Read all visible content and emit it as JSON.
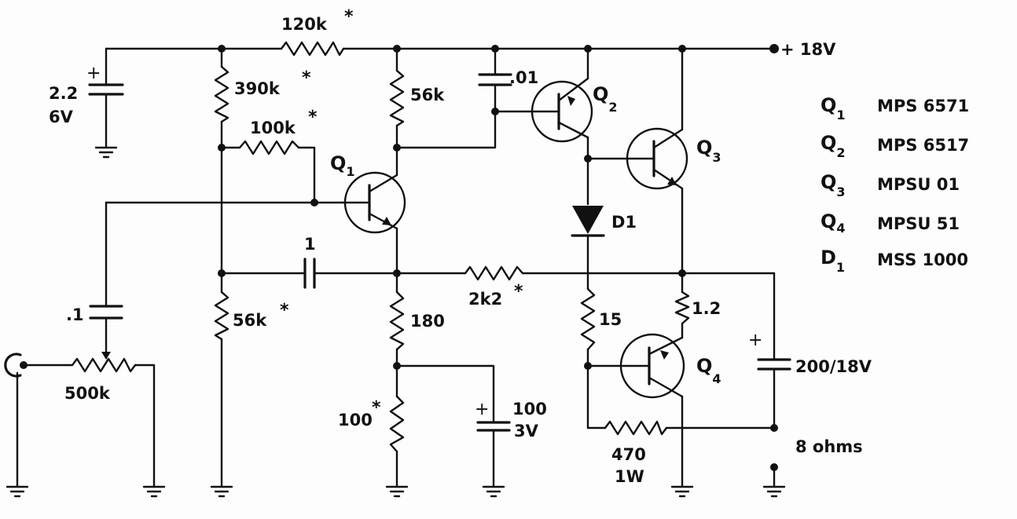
{
  "supply": {
    "label": "+ 18V"
  },
  "resistors": {
    "r120k": "120k",
    "r390k": "390k",
    "r100k": "100k",
    "r56k_top": "56k",
    "r56k_bottom": "56k",
    "r180": "180",
    "r100": "100",
    "r2k2": "2k2",
    "r15": "15",
    "r1_2": "1.2",
    "r470": "470",
    "r470_power": "1W",
    "pot500k": "500k"
  },
  "star": "*",
  "capacitors": {
    "c2_2": "2.2",
    "c2_2_voltage": "6V",
    "c01": ".01",
    "c1": "1",
    "c_1": ".1",
    "c100": "100",
    "c100_voltage": "3V",
    "c200": "200/18V",
    "plus": "+"
  },
  "transistor_labels": {
    "q1": {
      "letter": "Q",
      "num": "1"
    },
    "q2": {
      "letter": "Q",
      "num": "2"
    },
    "q3": {
      "letter": "Q",
      "num": "3"
    },
    "q4": {
      "letter": "Q",
      "num": "4"
    }
  },
  "diode_label": "D1",
  "speaker_label": "8 ohms",
  "parts_list": [
    {
      "letter": "Q",
      "num": "1",
      "part": "MPS 6571"
    },
    {
      "letter": "Q",
      "num": "2",
      "part": "MPS 6517"
    },
    {
      "letter": "Q",
      "num": "3",
      "part": "MPSU 01"
    },
    {
      "letter": "Q",
      "num": "4",
      "part": "MPSU 51"
    },
    {
      "letter": "D",
      "num": "1",
      "part": "MSS 1000"
    }
  ]
}
